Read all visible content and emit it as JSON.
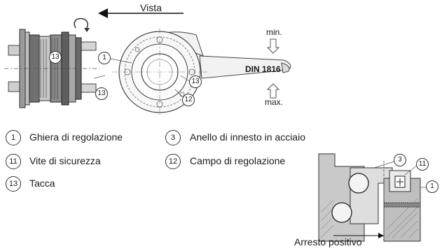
{
  "top": {
    "vista": "Vista",
    "min": "min.",
    "max": "max.",
    "din": "DIN 1816"
  },
  "callouts": {
    "c1": "1",
    "c13a": "13",
    "c13b": "13",
    "c13c": "13",
    "c12": "12",
    "c3": "3",
    "c11": "11",
    "c1b": "1"
  },
  "legend": [
    {
      "num": "1",
      "text": "Ghiera di regolazione"
    },
    {
      "num": "3",
      "text": "Anello di innesto in acciaio"
    },
    {
      "num": "11",
      "text": "Vite di sicurezza"
    },
    {
      "num": "12",
      "text": "Campo di regolazione"
    },
    {
      "num": "13",
      "text": "Tacca"
    }
  ],
  "bottom": {
    "arresto": "Arresto positivo"
  }
}
